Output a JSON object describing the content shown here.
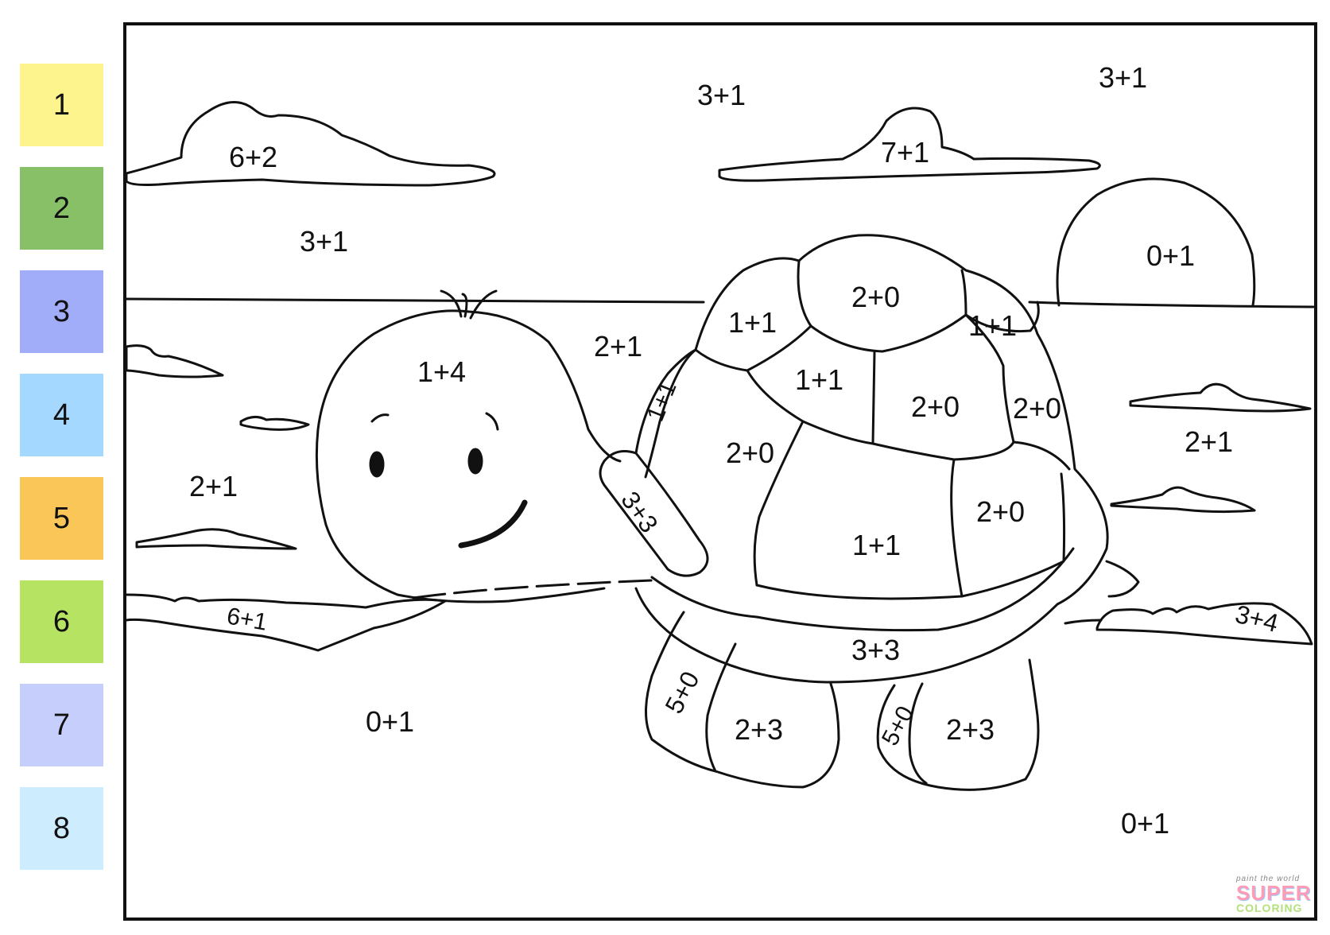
{
  "legend": [
    {
      "number": "1",
      "color": "#fdf48d"
    },
    {
      "number": "2",
      "color": "#87c066"
    },
    {
      "number": "3",
      "color": "#a1adf9"
    },
    {
      "number": "4",
      "color": "#a5d8fe"
    },
    {
      "number": "5",
      "color": "#fbc658"
    },
    {
      "number": "6",
      "color": "#b6e362"
    },
    {
      "number": "7",
      "color": "#c6cffc"
    },
    {
      "number": "8",
      "color": "#cdecfe"
    }
  ],
  "regions": {
    "sky_top_center": "3+1",
    "sky_top_right": "3+1",
    "cloud_left": "6+2",
    "cloud_center": "7+1",
    "sky_left": "3+1",
    "sun": "0+1",
    "sea_left": "2+1",
    "sea_center": "2+1",
    "sea_right": "2+1",
    "turtle_head": "1+4",
    "shell_top": "2+0",
    "shell_top_left": "1+1",
    "shell_top_right": "1+1",
    "shell_mid_left": "1+1",
    "shell_mid": "2+0",
    "shell_mid_right": "2+0",
    "shell_left": "2+0",
    "shell_bottom": "1+1",
    "shell_bottom_right": "2+0",
    "shell_edge_left": "1+1",
    "arm": "3+3",
    "shell_rim": "3+3",
    "shore_left": "6+1",
    "shore_right": "3+4",
    "sand_left": "0+1",
    "sand_right": "0+1",
    "leg_front_left_stripe": "5+0",
    "leg_front_left": "2+3",
    "leg_back_stripe": "5+0",
    "leg_back": "2+3"
  },
  "watermark": {
    "top": "paint the world",
    "middle": "SUPER",
    "bottom": "COLORING"
  }
}
